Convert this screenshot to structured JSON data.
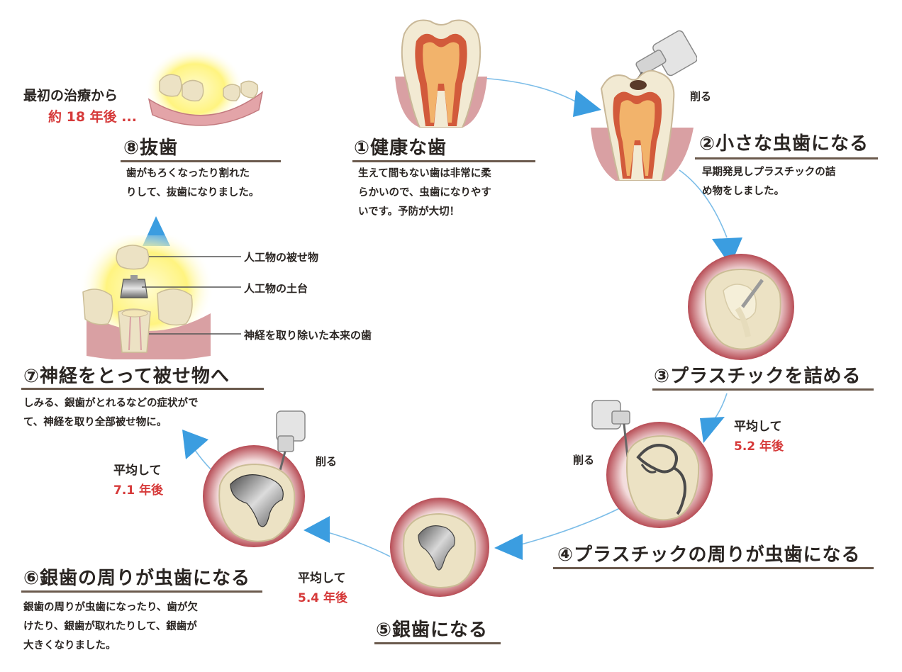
{
  "steps": {
    "s1": {
      "title": "①健康な歯",
      "desc": [
        "生えて間もない歯は非常に柔",
        "らかいので、虫歯になりやす",
        "いです。予防が大切！"
      ]
    },
    "s2": {
      "title": "②小さな虫歯になる",
      "desc": [
        "早期発見しプラスチックの詰",
        "め物をしました。"
      ]
    },
    "s3": {
      "title": "③プラスチックを詰める"
    },
    "s4": {
      "title": "④プラスチックの周りが虫歯になる"
    },
    "s5": {
      "title": "⑤銀歯になる"
    },
    "s6": {
      "title": "⑥銀歯の周りが虫歯になる",
      "desc": [
        "銀歯の周りが虫歯になったり、歯が欠",
        "けたり、銀歯が取れたりして、銀歯が",
        "大きくなりました。"
      ]
    },
    "s7": {
      "title": "⑦神経をとって被せ物へ",
      "desc": [
        "しみる、銀歯がとれるなどの症状がで",
        "て、神経を取り全部被せ物に。"
      ]
    },
    "s8": {
      "title": "⑧抜歯",
      "desc": [
        "歯がもろくなったり割れた",
        "りして、抜歯になりました。"
      ]
    }
  },
  "drill_label": "削る",
  "averages": {
    "a34": {
      "prefix": "平均して",
      "years": "5.2 年後"
    },
    "a56": {
      "prefix": "平均して",
      "years": "5.4 年後"
    },
    "a67": {
      "prefix": "平均して",
      "years": "7.1 年後"
    }
  },
  "first_treatment": {
    "line1": "最初の治療から",
    "line2": "約 18 年後 ..."
  },
  "crown_labels": {
    "crown": "人工物の被せ物",
    "core": "人工物の土台",
    "tooth": "神経を取り除いた本来の歯"
  },
  "colors": {
    "arrow": "#3b9de0",
    "line": "#7cbde8",
    "accent_red": "#d63a3a",
    "rule": "#6b5a4d",
    "gum": "#d9a0a3",
    "tooth": "#f2ead3"
  }
}
